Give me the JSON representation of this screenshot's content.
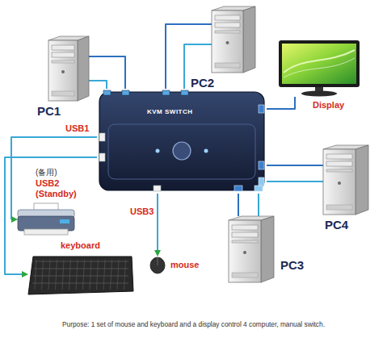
{
  "diagram": {
    "caption": "Purpose: 1 set of mouse and keyboard and a display control 4 computer, manual switch.",
    "nodes": [
      {
        "text": [
          "PC1"
        ]
      },
      {
        "text": [
          "PC2"
        ]
      },
      {
        "text": [
          "Display"
        ]
      },
      {
        "text": [
          "KVM SWITCH"
        ]
      },
      {
        "text": [
          "(备用)",
          "USB2",
          "(Standby)"
        ]
      },
      {
        "text": [
          "PC4"
        ]
      },
      {
        "text": [
          "keyboard"
        ]
      },
      {
        "text": [
          "mouse"
        ]
      },
      {
        "text": [
          "PC3"
        ]
      }
    ],
    "edges": [
      {
        "from": 0,
        "to": 3,
        "arrow": "none"
      },
      {
        "from": 0,
        "to": 3,
        "arrow": "none"
      },
      {
        "from": 1,
        "to": 3,
        "arrow": "none"
      },
      {
        "from": 1,
        "to": 3,
        "arrow": "none"
      },
      {
        "from": 3,
        "to": 2,
        "arrow": "none"
      },
      {
        "from": 3,
        "to": 4,
        "label": "USB1",
        "arrow": "to"
      },
      {
        "from": 5,
        "to": 3,
        "arrow": "none"
      },
      {
        "from": 5,
        "to": 3,
        "arrow": "none"
      },
      {
        "from": 3,
        "to": 6,
        "arrow": "to"
      },
      {
        "from": 3,
        "to": 7,
        "label": "USB3",
        "arrow": "to"
      },
      {
        "from": 8,
        "to": 3,
        "arrow": "none"
      },
      {
        "from": 8,
        "to": 3,
        "arrow": "none"
      }
    ]
  }
}
